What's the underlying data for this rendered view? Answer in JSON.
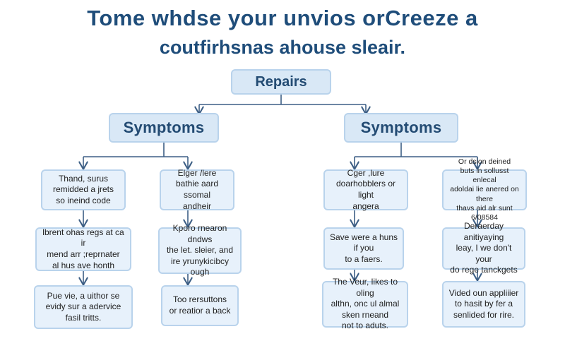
{
  "title": {
    "line1": "Tome whdse your unvios orCreeze a",
    "line2": "coutfirhsnas ahouse sleair."
  },
  "root": {
    "label": "Repairs"
  },
  "symptoms": [
    {
      "label": "Symptoms"
    },
    {
      "label": "Symptoms"
    }
  ],
  "columns": [
    {
      "items": [
        "Thand, surus\nremidded a jrets\nso ineind code",
        "lbrent ohas regs at ca ir\nmend arr ;reprnater\nal hus ave honth",
        "Pue vie, a uithor se\nevidy sur a adervice\nfasil tritts."
      ]
    },
    {
      "items": [
        "Elger /lere\nbathie aard ssomal\nandheir",
        "Kporo rnearon dndws\nthe let. sleier, and\nire yrunykicibcy ough",
        "Too rersuttons\nor reatior a back"
      ]
    },
    {
      "items": [
        "Cger ,lure\ndoarhobblers or light\nangera",
        "Save were a huns if you\nto a faers.",
        "The Veur, likes to oling\nalthn, onc ul almal\nsken rneand\nnot to aduts."
      ]
    },
    {
      "items": [
        "Or dsion deined\nbuts in sollusst enlecal\nadoldai lie anered on there\nthavs aid alr sunt\n6/08584",
        "Deraerday anitiyaying\nleay, I we don't your\ndo rege tanckgets",
        "Vided oun appliiier\nto hasit by fer a\nsenlided for rire."
      ]
    }
  ]
}
